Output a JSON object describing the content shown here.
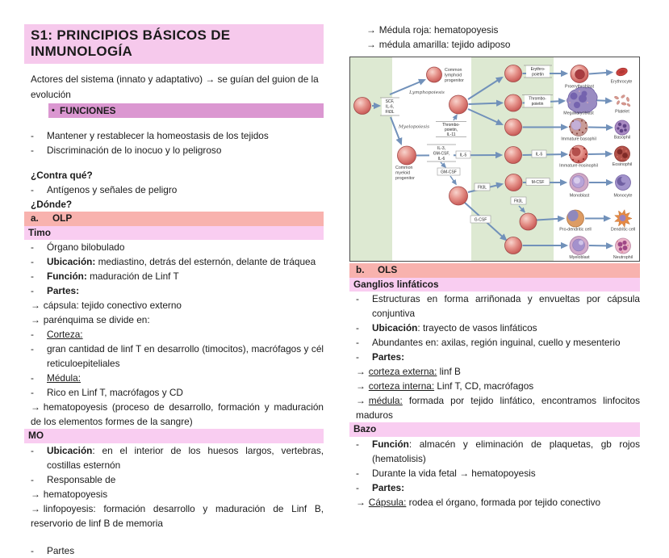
{
  "colors": {
    "title_highlight": "#f6c9ec",
    "function_highlight": "#db97d1",
    "primary_band": "#f8b2ae",
    "secondary_band": "#f9cdf1",
    "diagram_band_green": "#dde9d2",
    "diagram_arrow": "#7191ba"
  },
  "left_column": {
    "blocks": [
      {
        "type": "title",
        "text": "S1: PRINCIPIOS BÁSICOS DE INMUNOLOGÍA"
      },
      {
        "type": "para",
        "segments": [
          {
            "t": "Actores del sistema (innato y adaptativo) → se guían del guion de la evolución"
          }
        ]
      },
      {
        "type": "bullet-band",
        "marker": "•",
        "text": "FUNCIONES"
      },
      {
        "type": "spacer",
        "h": 13
      },
      {
        "type": "dash",
        "marker": "-",
        "segments": [
          {
            "t": "Mantener y restablecer la homeostasis de los tejidos"
          }
        ]
      },
      {
        "type": "dash",
        "marker": "-",
        "segments": [
          {
            "t": "Discriminación de lo inocuo y lo peligroso"
          }
        ]
      },
      {
        "type": "spacer",
        "h": 13
      },
      {
        "type": "heading",
        "text": "¿Contra qué?"
      },
      {
        "type": "dash",
        "marker": "-",
        "segments": [
          {
            "t": "Antígenos y señales de peligro"
          }
        ]
      },
      {
        "type": "heading",
        "text": "¿Dónde?"
      },
      {
        "type": "band",
        "color": "salmon",
        "marker": "a.",
        "text": "OLP"
      },
      {
        "type": "band",
        "color": "pink",
        "text": "Timo"
      },
      {
        "type": "dash",
        "marker": "-",
        "segments": [
          {
            "t": "Órgano bilobulado"
          }
        ]
      },
      {
        "type": "dash",
        "marker": "-",
        "segments": [
          {
            "t": "Ubicación:",
            "b": true
          },
          {
            "t": " mediastino, detrás del esternón, delante de tráquea"
          }
        ]
      },
      {
        "type": "dash",
        "marker": "-",
        "segments": [
          {
            "t": "Función:",
            "b": true
          },
          {
            "t": " maduración de Linf T"
          }
        ]
      },
      {
        "type": "dash",
        "marker": "-",
        "segments": [
          {
            "t": "Partes:",
            "b": true
          }
        ]
      },
      {
        "type": "arrow",
        "marker": "→",
        "segments": [
          {
            "t": "cápsula: tejido conectivo externo"
          }
        ]
      },
      {
        "type": "arrow",
        "marker": "→",
        "segments": [
          {
            "t": "parénquima se divide en:"
          }
        ]
      },
      {
        "type": "dash",
        "marker": "-",
        "segments": [
          {
            "t": "Corteza:",
            "u": true
          }
        ]
      },
      {
        "type": "dash",
        "marker": "-",
        "justify": true,
        "segments": [
          {
            "t": "gran cantidad de linf T en desarrollo (timocitos), macrófagos y cél reticuloepiteliales"
          }
        ]
      },
      {
        "type": "dash",
        "marker": "-",
        "segments": [
          {
            "t": "Médula:",
            "u": true
          }
        ]
      },
      {
        "type": "dash",
        "marker": "-",
        "segments": [
          {
            "t": "Rico en Linf T, macrófagos y CD"
          }
        ]
      },
      {
        "type": "arrow",
        "marker": "→",
        "justify": true,
        "segments": [
          {
            "t": "hematopoyesis (proceso de desarrollo, formación y maduración de los elementos formes de la sangre)"
          }
        ]
      },
      {
        "type": "band",
        "color": "pink",
        "text": "MO"
      },
      {
        "type": "dash",
        "marker": "-",
        "justify": true,
        "segments": [
          {
            "t": "Ubicación",
            "b": true
          },
          {
            "t": ": en el interior de los huesos largos, vertebras, costillas esternón"
          }
        ]
      },
      {
        "type": "dash",
        "marker": "-",
        "segments": [
          {
            "t": "Responsable de"
          }
        ]
      },
      {
        "type": "arrow",
        "marker": "→",
        "segments": [
          {
            "t": "hematopoyesis"
          }
        ]
      },
      {
        "type": "arrow",
        "marker": "→",
        "justify": true,
        "segments": [
          {
            "t": "linfopoyesis: formación desarrollo y maduración de Linf B, reservorio de linf B de memoria"
          }
        ]
      },
      {
        "type": "spacer",
        "h": 16
      },
      {
        "type": "dash",
        "marker": "-",
        "segments": [
          {
            "t": "Partes"
          }
        ]
      }
    ]
  },
  "right_column": {
    "top_notes": [
      {
        "type": "arrow",
        "marker": "→",
        "indent": true,
        "segments": [
          {
            "t": "Médula roja: hematopoyesis"
          }
        ]
      },
      {
        "type": "arrow",
        "marker": "→",
        "indent": true,
        "segments": [
          {
            "t": "médula amarilla: tejido adiposo"
          }
        ]
      }
    ],
    "sections": [
      {
        "type": "band",
        "color": "salmon",
        "marker": "b.",
        "text": "OLS"
      },
      {
        "type": "band",
        "color": "pink",
        "text": "Ganglios linfáticos"
      },
      {
        "type": "dash",
        "marker": "-",
        "justify": true,
        "segments": [
          {
            "t": "Estructuras en forma arriñonada y envueltas por cápsula conjuntiva"
          }
        ]
      },
      {
        "type": "dash",
        "marker": "-",
        "segments": [
          {
            "t": "Ubicación",
            "b": true
          },
          {
            "t": ": trayecto de vasos linfáticos"
          }
        ]
      },
      {
        "type": "dash",
        "marker": "-",
        "segments": [
          {
            "t": "Abundantes en: axilas, región inguinal, cuello y mesenterio"
          }
        ]
      },
      {
        "type": "dash",
        "marker": "-",
        "segments": [
          {
            "t": "Partes:",
            "b": true
          }
        ]
      },
      {
        "type": "arrow",
        "marker": "→",
        "segments": [
          {
            "t": "corteza externa:",
            "u": true
          },
          {
            "t": " linf B"
          }
        ]
      },
      {
        "type": "arrow",
        "marker": "→",
        "segments": [
          {
            "t": "corteza interna:",
            "u": true
          },
          {
            "t": " Linf T, CD, macrófagos"
          }
        ]
      },
      {
        "type": "arrow",
        "marker": "→",
        "justify": true,
        "segments": [
          {
            "t": "médula:",
            "u": true
          },
          {
            "t": " formada por tejido linfático, encontramos linfocitos maduros"
          }
        ]
      },
      {
        "type": "band",
        "color": "pink",
        "text": "Bazo"
      },
      {
        "type": "dash",
        "marker": "-",
        "justify": true,
        "segments": [
          {
            "t": "Función",
            "b": true
          },
          {
            "t": ": almacén y eliminación de plaquetas, gb rojos (hematolisis)"
          }
        ]
      },
      {
        "type": "dash",
        "marker": "-",
        "segments": [
          {
            "t": "Durante la vida fetal → hematopoyesis"
          }
        ]
      },
      {
        "type": "dash",
        "marker": "-",
        "segments": [
          {
            "t": "Partes:",
            "b": true
          }
        ]
      },
      {
        "type": "arrow",
        "marker": "→",
        "segments": [
          {
            "t": "Cápsula:",
            "u": true
          },
          {
            "t": " rodea el órgano, formada por tejido conectivo"
          }
        ]
      }
    ]
  },
  "diagram": {
    "labels": {
      "scf": [
        "SCF,",
        "IL-6,",
        "Flt3L"
      ],
      "lympho": "Lymphopoiesis",
      "myelo": "Myelopoiesis",
      "clp": [
        "Common",
        "lymphoid",
        "progenitor"
      ],
      "cmp": [
        "Common",
        "myeloid",
        "progenitor"
      ],
      "tpo11": [
        "Thrombo-",
        "poietin,",
        "IL-11"
      ],
      "il3": [
        "IL-3,",
        "GM-CSF,",
        "IL-6"
      ],
      "il5a": "IL-5",
      "gmcsf": "GM-CSF",
      "flt3a": "Flt3L",
      "gcsf": "G-CSF",
      "flt3b": "Flt3L",
      "epo": [
        "Erythro-",
        "poietin"
      ],
      "tpo": [
        "Thrombo-",
        "poietin"
      ],
      "il5b": "IL-5",
      "mcsf": "M-CSF"
    },
    "cells": {
      "proerythroblast": "Proerythroblast",
      "erythrocyte": "Erythrocyte",
      "megakaryoblast": "Megakaryoblast",
      "platelet": "Platelet",
      "imm_basophil": "Immature basophil",
      "basophil": "Basophil",
      "imm_eosinophil": "Immature eosinophil",
      "eosinophil": "Eosinophil",
      "monoblast": "Monoblast",
      "monocyte": "Monocyte",
      "pro_dendritic": "Pro-dendritic cell",
      "dendritic": "Dendritic cell",
      "myeloblast": "Myeloblast",
      "neutrophil": "Neutrophil"
    }
  }
}
